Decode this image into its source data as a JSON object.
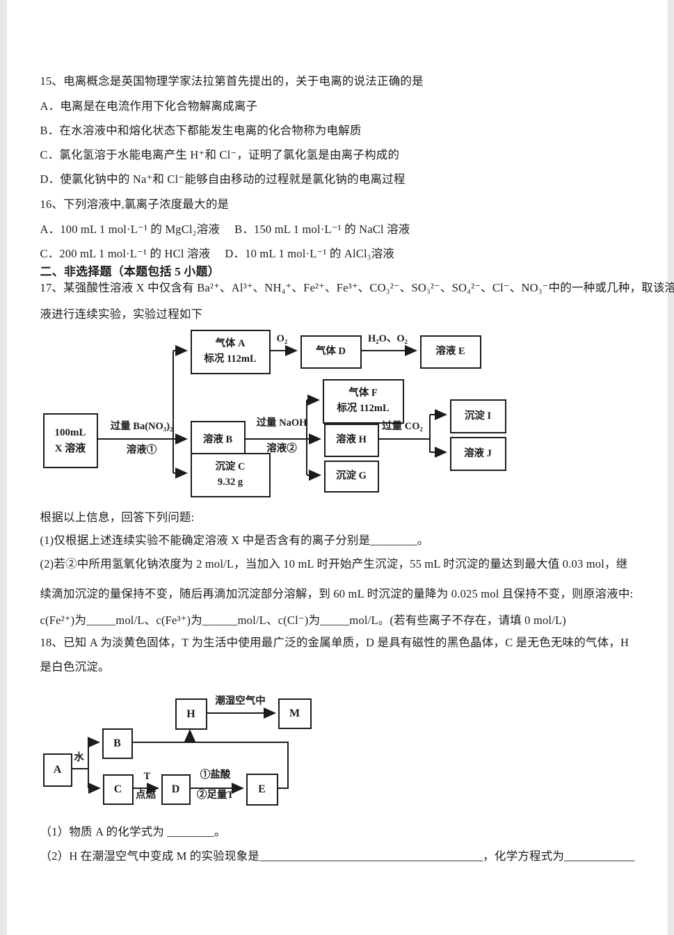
{
  "q15": {
    "stem": "15、电离概念是英国物理学家法拉第首先提出的，关于电离的说法正确的是",
    "optA": "A．电离是在电流作用下化合物解离成离子",
    "optB": "B．在水溶液中和熔化状态下都能发生电离的化合物称为电解质",
    "optC": "C．氯化氢溶于水能电离产生 H⁺和 Cl⁻，证明了氯化氢是由离子构成的",
    "optD": "D．使氯化钠中的 Na⁺和 Cl⁻能够自由移动的过程就是氯化钠的电离过程"
  },
  "q16": {
    "stem": "16、下列溶液中,氯离子浓度最大的是",
    "optAB": "A．100 mL 1 mol·L⁻¹ 的 MgCl₂溶液　 B．150 mL 1 mol·L⁻¹ 的 NaCl 溶液",
    "optCD": "C．200 mL 1 mol·L⁻¹ 的 HCl 溶液　 D．10 mL 1 mol·L⁻¹ 的 AlCl₃溶液"
  },
  "section2_title": "二、非选择题（本题包括 5 小题）",
  "q17": {
    "stem1": "17、某强酸性溶液 X 中仅含有 Ba²⁺、Al³⁺、NH₄⁺、Fe²⁺、Fe³⁺、CO₃²⁻、SO₃²⁻、SO₄²⁻、Cl⁻、NO₃⁻中的一种或几种，取该溶",
    "stem2": "液进行连续实验，实验过程如下",
    "info": "根据以上信息，回答下列问题:",
    "part1": "(1)仅根据上述连续实验不能确定溶液 X 中是否含有的离子分别是________。",
    "part2a": "(2)若②中所用氢氧化钠浓度为 2 mol/L，当加入 10 mL 时开始产生沉淀，55 mL 时沉淀的量达到最大值 0.03 mol，继",
    "part2b": "续滴加沉淀的量保持不变，随后再滴加沉淀部分溶解，到 60 mL 时沉淀的量降为 0.025 mol 且保持不变，则原溶液中:",
    "part2c": "c(Fe²⁺)为_____mol/L、c(Fe³⁺)为______mol/L、c(Cl⁻)为_____mol/L。(若有些离子不存在，请填 0 mol/L)"
  },
  "diagram17": {
    "x_box": [
      "100mL",
      "X 溶液"
    ],
    "arrow1_top": "过量 Ba(NO₃)₂",
    "arrow1_bottom": "溶液①",
    "gasA": [
      "气体 A",
      "标况 112mL"
    ],
    "o2": "O₂",
    "gasD": "气体 D",
    "h2o_o2": "H₂O、O₂",
    "solE": "溶液 E",
    "gasF": [
      "气体 F",
      "标况 112mL"
    ],
    "solB": "溶液 B",
    "arrow2_top": "过量 NaOH",
    "arrow2_bottom": "溶液②",
    "solH": "溶液 H",
    "arrow3": "过量 CO₂",
    "pptI": "沉淀 I",
    "solJ": "溶液 J",
    "pptG": "沉淀 G",
    "pptC": [
      "沉淀 C",
      "9.32 g"
    ]
  },
  "q18": {
    "stem1": "18、已知 A 为淡黄色固体，T 为生活中使用最广泛的金属单质，D 是具有磁性的黑色晶体，C 是无色无味的气体，H",
    "stem2": "是白色沉淀。",
    "part1": "（1）物质 A 的化学式为 ________。",
    "part2": "（2）H 在潮湿空气中变成 M 的实验现象是______________________________________，化学方程式为____________"
  },
  "diagram18": {
    "a": "A",
    "b": "B",
    "c": "C",
    "d": "D",
    "e": "E",
    "h": "H",
    "m": "M",
    "water": "水",
    "t": "T",
    "ignite": "点燃",
    "hcl": "①盐酸",
    "enough_t": "②足量T",
    "humid_air": "潮湿空气中"
  }
}
